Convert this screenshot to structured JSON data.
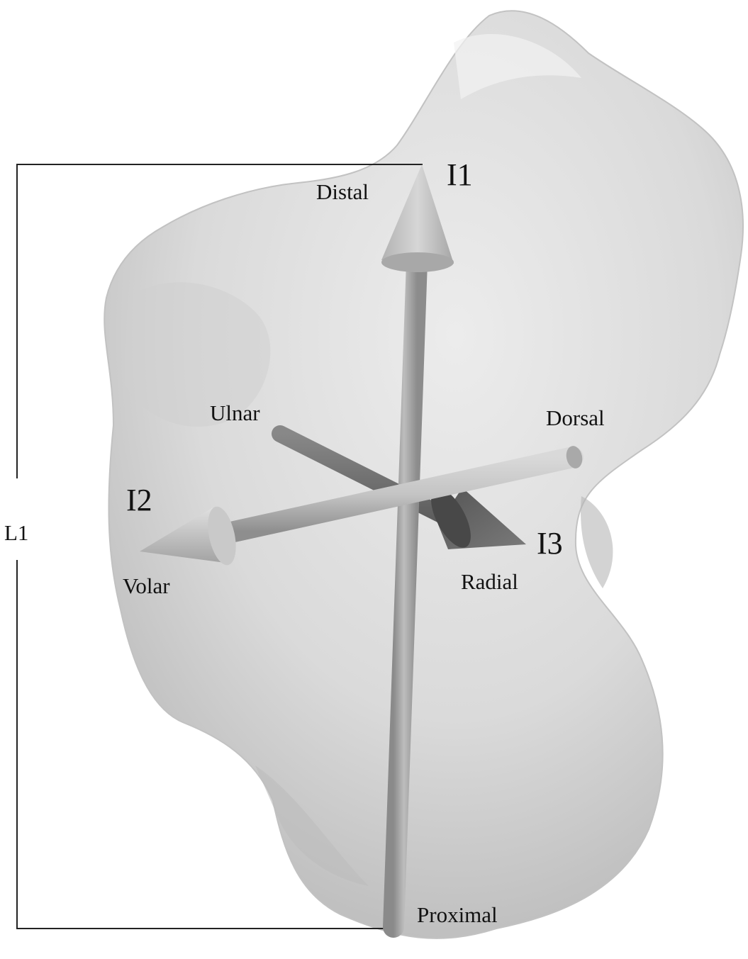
{
  "figure": {
    "bracket_label": "L1",
    "axes": [
      {
        "id": "I1",
        "label": "I1",
        "positive": "Distal",
        "negative": "Proximal"
      },
      {
        "id": "I2",
        "label": "I2",
        "positive": "Volar",
        "negative": "Dorsal"
      },
      {
        "id": "I3",
        "label": "I3",
        "positive": "Radial",
        "negative": "Ulnar"
      }
    ],
    "labels": {
      "distal": "Distal",
      "proximal": "Proximal",
      "ulnar": "Ulnar",
      "dorsal": "Dorsal",
      "volar": "Volar",
      "radial": "Radial",
      "i1": "I1",
      "i2": "I2",
      "i3": "I3",
      "l1": "L1"
    },
    "colors": {
      "bone_light": "#e4e4e4",
      "bone_mid": "#cfcfcf",
      "bone_shadow": "#a9a9a9",
      "axis_light": "#c8c8c8",
      "axis_dark": "#6e6e6e",
      "line": "#222222"
    }
  }
}
